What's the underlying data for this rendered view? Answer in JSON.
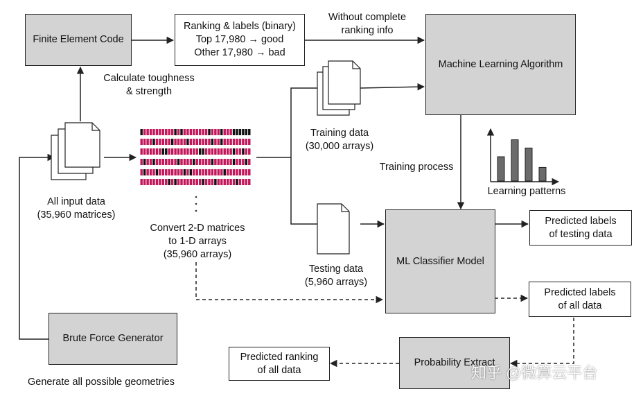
{
  "nodes": {
    "finite_element_code": "Finite Element Code",
    "ranking_labels": "Ranking & labels (binary)\nTop 17,980 → good\nOther 17,980 → bad",
    "machine_learning_algorithm": "Machine Learning Algorithm",
    "ml_classifier_model": "ML Classifier Model",
    "brute_force_generator": "Brute Force Generator",
    "probability_extract": "Probability Extract",
    "predicted_labels_testing": "Predicted labels\nof testing data",
    "predicted_labels_all": "Predicted labels\nof all data",
    "predicted_ranking": "Predicted ranking\nof all data"
  },
  "labels": {
    "without_complete": "Without complete\nranking info",
    "calculate": "Calculate toughness\n& strength",
    "all_input": "All input data\n(35,960 matrices)",
    "convert": "Convert 2-D matrices\nto 1-D arrays\n(35,960 arrays)",
    "training_data": "Training data\n(30,000 arrays)",
    "testing_data": "Testing data\n(5,960 arrays)",
    "training_process": "Training process",
    "learning_patterns": "Learning patterns",
    "generate": "Generate all possible geometries"
  },
  "watermark": "知乎 @微算云平台",
  "colors": {
    "array_fill": "#c2185b",
    "array_dark": "#111111",
    "box_gray": "#d3d3d3"
  },
  "learning_bars": [
    0.5,
    0.85,
    0.68,
    0.28
  ]
}
